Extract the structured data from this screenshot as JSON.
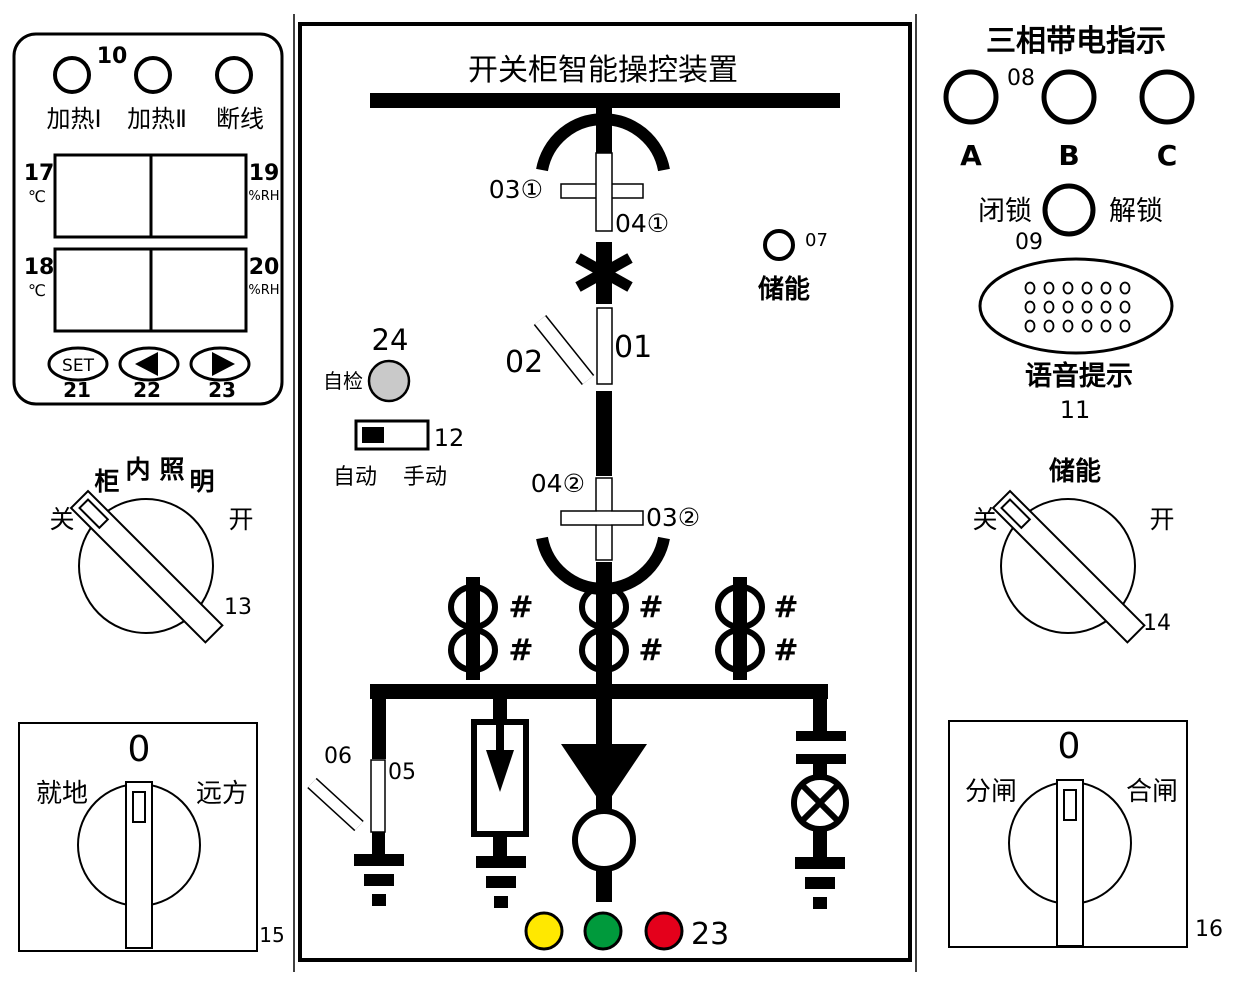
{
  "title": "开关柜智能操控装置",
  "left": {
    "indicators": [
      {
        "label": "加热Ⅰ"
      },
      {
        "label": "加热Ⅱ"
      },
      {
        "label": "断线"
      }
    ],
    "indicator_num": "10",
    "displays": [
      {
        "left_num": "17",
        "left_unit": "℃",
        "right_num": "19",
        "right_unit": "%RH"
      },
      {
        "left_num": "18",
        "left_unit": "℃",
        "right_num": "20",
        "right_unit": "%RH"
      }
    ],
    "buttons": [
      {
        "label": "SET",
        "num": "21"
      },
      {
        "label": "◀",
        "num": "22"
      },
      {
        "label": "▶",
        "num": "23"
      }
    ],
    "cabinet_light": {
      "title_chars": [
        "柜",
        "内",
        "照",
        "明"
      ],
      "off": "关",
      "on": "开",
      "num": "13"
    },
    "local_remote": {
      "zero": "0",
      "left": "就地",
      "right": "远方",
      "num": "15"
    }
  },
  "center": {
    "labels": {
      "upper_switch_a": "03①",
      "upper_switch_b": "04①",
      "earth_switch": "02",
      "breaker": "01",
      "lower_switch_a": "04②",
      "lower_switch_b": "03②",
      "storage_num": "07",
      "storage": "储能",
      "selftest_num": "24",
      "selftest": "自检",
      "mode_num": "12",
      "mode_auto": "自动",
      "mode_manual": "手动",
      "ground_label_a": "06",
      "ground_label_b": "05",
      "lamps_num": "23"
    },
    "lamps": [
      "#ffe800",
      "#009a3c",
      "#e4001b"
    ]
  },
  "right": {
    "live_title": "三相带电指示",
    "live_num": "08",
    "phases": [
      "A",
      "B",
      "C"
    ],
    "lock": "闭锁",
    "unlock": "解锁",
    "lock_num": "09",
    "voice": "语音提示",
    "voice_num": "11",
    "storage_switch": {
      "title": "储能",
      "off": "关",
      "on": "开",
      "num": "14"
    },
    "open_close": {
      "zero": "0",
      "left": "分闸",
      "right": "合闸",
      "num": "16"
    }
  }
}
